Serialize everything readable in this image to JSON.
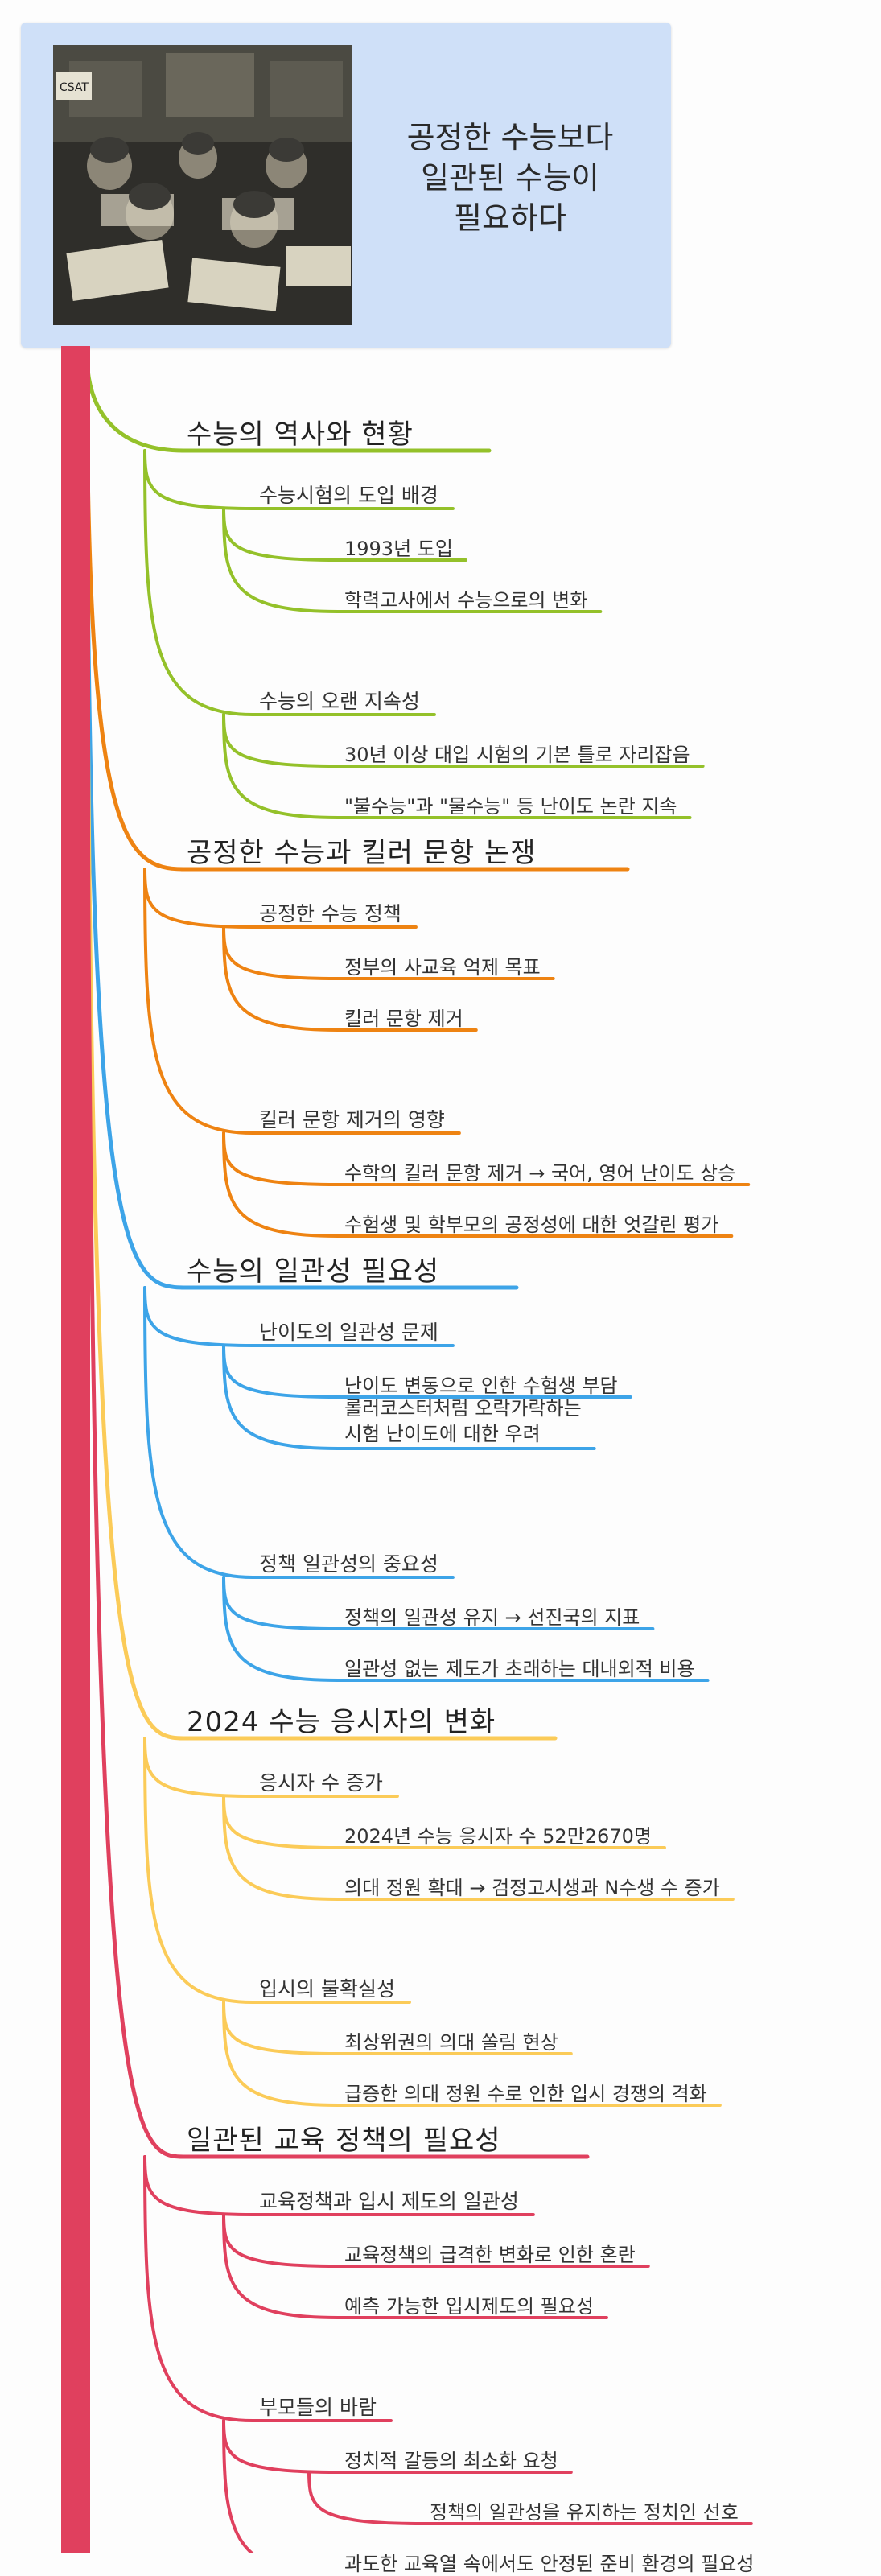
{
  "root": {
    "title_lines": [
      "공정한 수능보다",
      "일관된 수능이",
      "필요하다"
    ],
    "image": {
      "description_icon": "exam-hall-illustration",
      "sign_text": "CSAT"
    }
  },
  "colors": {
    "trunk": "#e0405e",
    "branch1": "#94c12a",
    "branch2": "#ee8312",
    "branch3": "#3da4e8",
    "branch4": "#fbcb58",
    "branch5": "#e0405e",
    "root_bg": "#cfe0f8"
  },
  "branches": [
    {
      "label": "수능의 역사와 현황",
      "children": [
        {
          "label": "수능시험의 도입 배경",
          "children": [
            {
              "label": "1993년 도입"
            },
            {
              "label": "학력고사에서 수능으로의 변화"
            }
          ]
        },
        {
          "label": "수능의 오랜 지속성",
          "children": [
            {
              "label": "30년 이상 대입 시험의 기본 틀로 자리잡음"
            },
            {
              "label": "\"불수능\"과 \"물수능\" 등 난이도 논란 지속"
            }
          ]
        }
      ]
    },
    {
      "label": "공정한 수능과 킬러 문항 논쟁",
      "children": [
        {
          "label": "공정한 수능 정책",
          "children": [
            {
              "label": "정부의 사교육 억제 목표"
            },
            {
              "label": "킬러 문항 제거"
            }
          ]
        },
        {
          "label": "킬러 문항 제거의 영향",
          "children": [
            {
              "label": "수학의 킬러 문항 제거 → 국어, 영어 난이도 상승"
            },
            {
              "label": "수험생 및 학부모의 공정성에 대한 엇갈린 평가"
            }
          ]
        }
      ]
    },
    {
      "label": "수능의 일관성 필요성",
      "children": [
        {
          "label": "난이도의 일관성 문제",
          "children": [
            {
              "label": "난이도 변동으로 인한 수험생 부담"
            },
            {
              "label": "롤러코스터처럼 오락가락하는\n시험 난이도에 대한 우려"
            }
          ]
        },
        {
          "label": "정책 일관성의 중요성",
          "children": [
            {
              "label": "정책의 일관성 유지 → 선진국의 지표"
            },
            {
              "label": "일관성 없는 제도가 초래하는 대내외적 비용"
            }
          ]
        }
      ]
    },
    {
      "label": "2024 수능 응시자의 변화",
      "children": [
        {
          "label": "응시자 수 증가",
          "children": [
            {
              "label": "2024년 수능 응시자 수 52만2670명"
            },
            {
              "label": "의대 정원 확대 → 검정고시생과 N수생 수 증가"
            }
          ]
        },
        {
          "label": "입시의 불확실성",
          "children": [
            {
              "label": "최상위권의 의대 쏠림 현상"
            },
            {
              "label": "급증한 의대 정원 수로 인한 입시 경쟁의 격화"
            }
          ]
        }
      ]
    },
    {
      "label": "일관된 교육 정책의 필요성",
      "children": [
        {
          "label": "교육정책과 입시 제도의 일관성",
          "children": [
            {
              "label": "교육정책의 급격한 변화로 인한 혼란"
            },
            {
              "label": "예측 가능한 입시제도의 필요성"
            }
          ]
        },
        {
          "label": "부모들의 바람",
          "children": [
            {
              "label": "정치적 갈등의 최소화 요청",
              "children": [
                {
                  "label": "정책의 일관성을 유지하는 정치인 선호"
                }
              ]
            },
            {
              "label": "과도한 교육열 속에서도 안정된 준비 환경의 필요성"
            }
          ]
        }
      ]
    }
  ]
}
